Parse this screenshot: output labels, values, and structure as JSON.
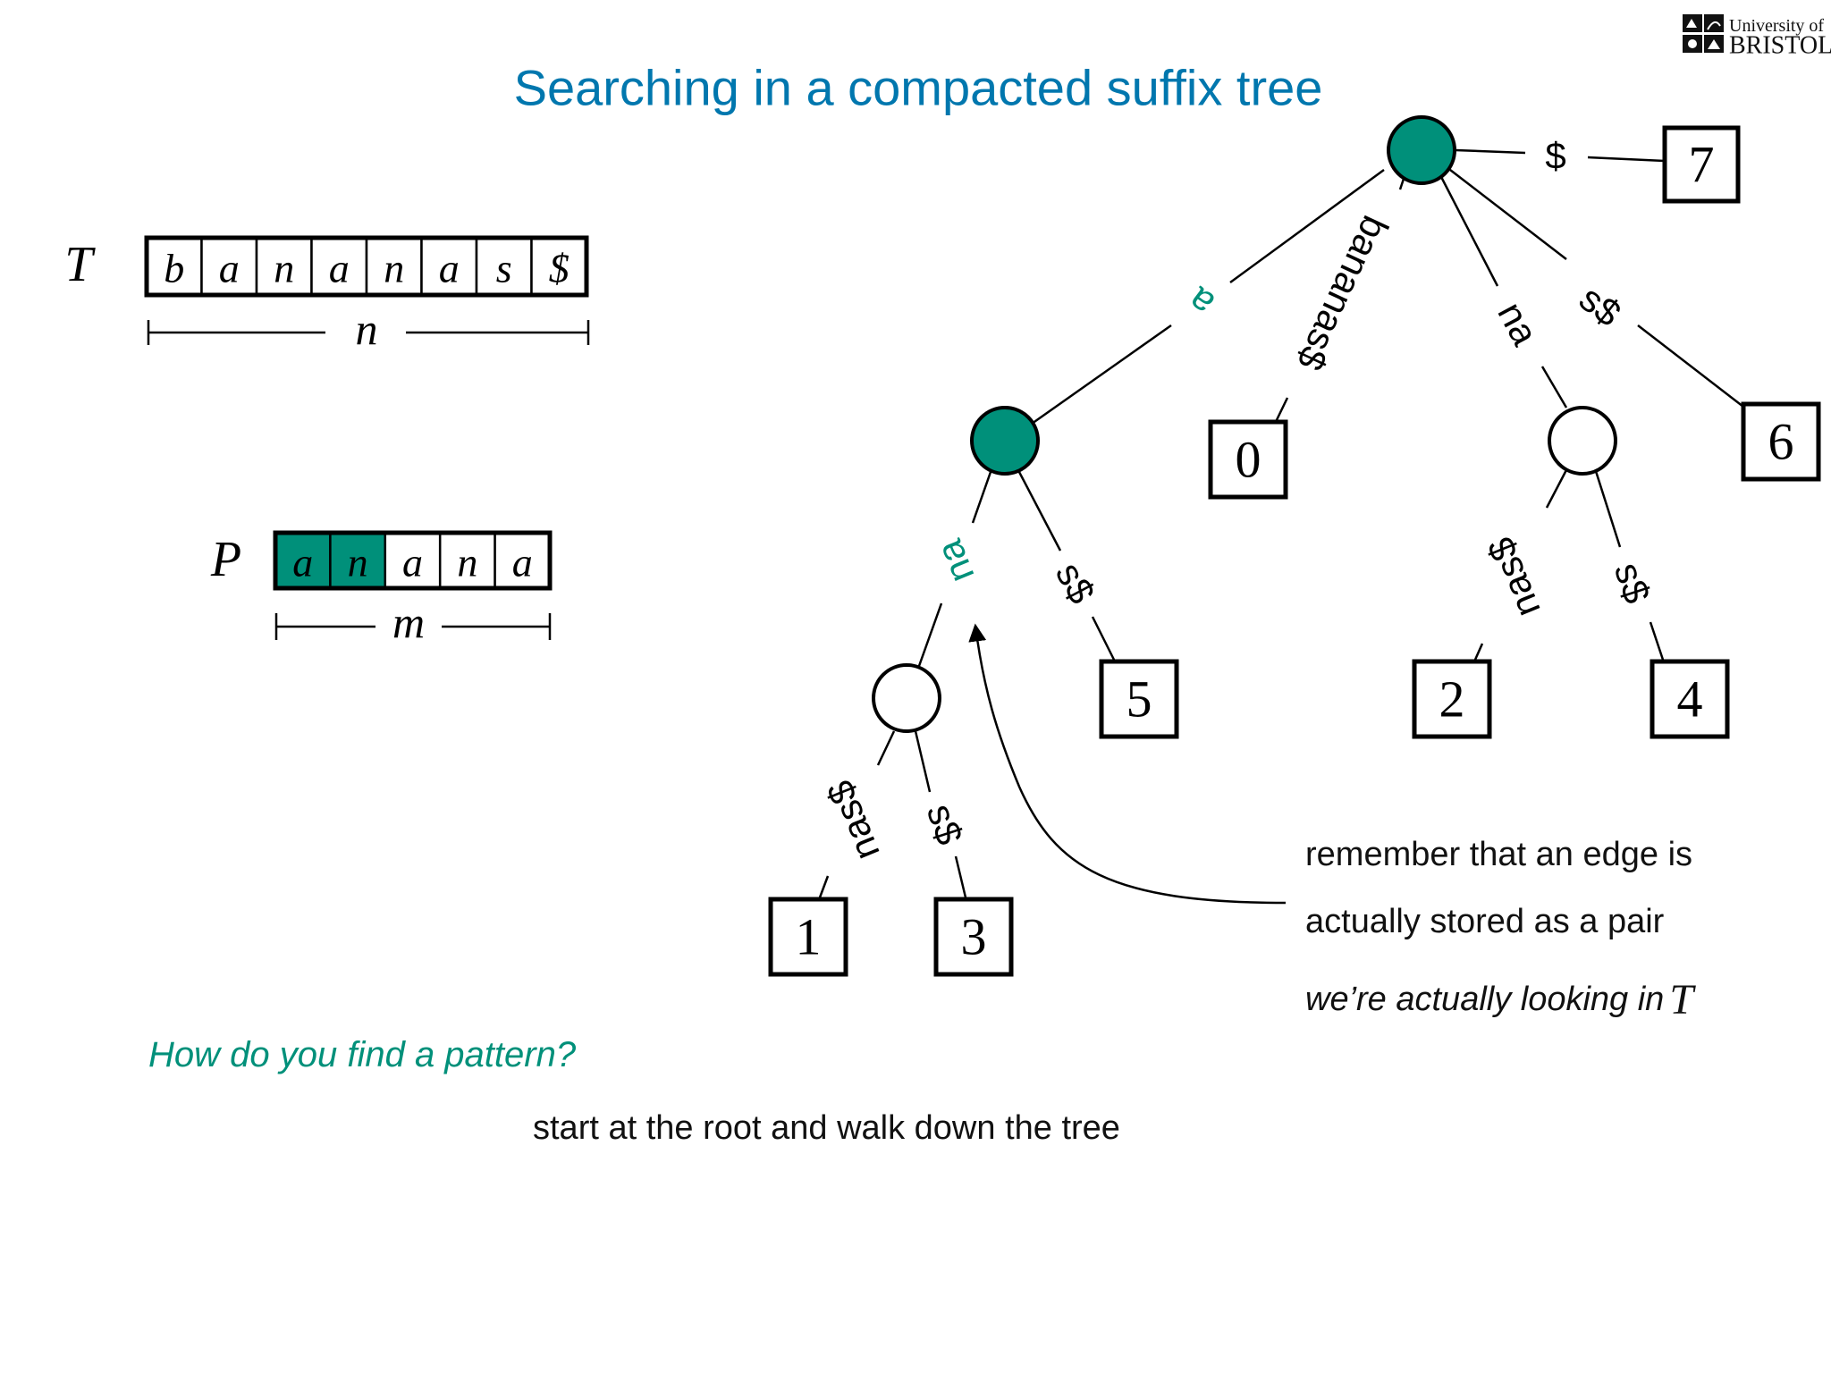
{
  "title": "Searching in a compacted suffix tree",
  "logo": {
    "line1": "University of",
    "line2": "BRISTOL"
  },
  "text_array": {
    "label": "T",
    "length_label": "n",
    "cells": [
      "b",
      "a",
      "n",
      "a",
      "n",
      "a",
      "s",
      "$"
    ]
  },
  "pattern_array": {
    "label": "P",
    "length_label": "m",
    "cells": [
      "a",
      "n",
      "a",
      "n",
      "a"
    ],
    "matched_count": 2
  },
  "tree": {
    "internal_nodes": [
      {
        "id": "root",
        "highlighted": true
      },
      {
        "id": "a-node",
        "highlighted": true
      },
      {
        "id": "na-node",
        "highlighted": false
      },
      {
        "id": "ana-node",
        "highlighted": false
      }
    ],
    "leaves": [
      "7",
      "0",
      "6",
      "5",
      "2",
      "4",
      "1",
      "3"
    ],
    "edge_labels": [
      {
        "id": "root-leaf7",
        "text": "$",
        "highlighted": false
      },
      {
        "id": "root-a",
        "text": "a",
        "highlighted": true
      },
      {
        "id": "root-leaf0",
        "text": "bananas$",
        "highlighted": false
      },
      {
        "id": "root-na",
        "text": "na",
        "highlighted": false
      },
      {
        "id": "root-leaf6",
        "text": "s$",
        "highlighted": false
      },
      {
        "id": "a-ana",
        "text": "na",
        "highlighted": true
      },
      {
        "id": "a-leaf5",
        "text": "s$",
        "highlighted": false
      },
      {
        "id": "na-leaf2",
        "text": "nas$",
        "highlighted": false
      },
      {
        "id": "na-leaf4",
        "text": "s$",
        "highlighted": false
      },
      {
        "id": "ana-leaf1",
        "text": "nas$",
        "highlighted": false
      },
      {
        "id": "ana-leaf3",
        "text": "s$",
        "highlighted": false
      }
    ]
  },
  "notes": {
    "line1": "remember that an edge is",
    "line2": "actually stored as a pair",
    "line3": "we’re actually looking in",
    "line3_var": "T"
  },
  "question": "How do you find a pattern?",
  "answer": "start at the root and walk down the tree",
  "colors": {
    "accent": "#00907a",
    "title": "#0077ae",
    "ink": "#000000"
  }
}
